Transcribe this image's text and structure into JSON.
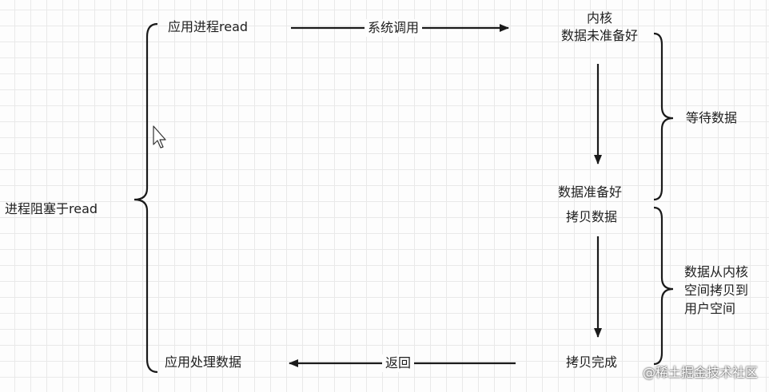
{
  "diagram": {
    "app_read": "应用进程read",
    "syscall": "系统调用",
    "kernel_line1": "内核",
    "kernel_line2": "数据未准备好",
    "waiting": "等待数据",
    "blocked": "进程阻塞于read",
    "data_ready": "数据准备好",
    "copy_data": "拷贝数据",
    "copy_desc_line1": "数据从内核",
    "copy_desc_line2": "空间拷贝到",
    "copy_desc_line3": "用户空间",
    "copy_done": "拷贝完成",
    "return": "返回",
    "app_process": "应用处理数据"
  },
  "watermark": "@稀土掘金技术社区",
  "colors": {
    "line": "#1a1a1a",
    "grid": "#e9e9e9",
    "text": "#1f1f1f"
  }
}
